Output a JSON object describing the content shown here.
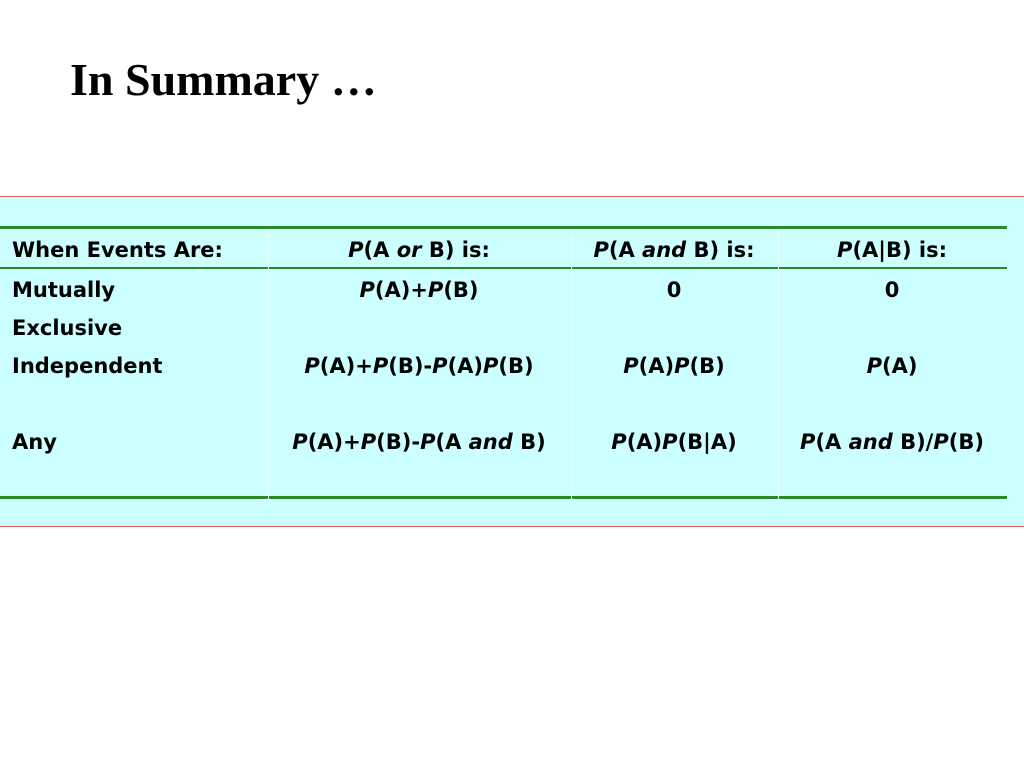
{
  "title": "In Summary …",
  "table": {
    "headers": [
      "When Events Are:",
      "P(A or B) is:",
      "P(A and B) is:",
      "P(A|B) is:"
    ],
    "rows": [
      {
        "label_line1": "Mutually",
        "label_line2": "Exclusive",
        "or": "P(A)+P(B)",
        "and": "0",
        "cond": "0"
      },
      {
        "label_line1": "Independent",
        "or": "P(A)+P(B)-P(A)P(B)",
        "and": "P(A)P(B)",
        "cond": "P(A)"
      },
      {
        "label_line1": "Any",
        "or": "P(A)+P(B)-P(A and B)",
        "and": "P(A)P(B|A)",
        "cond": "P(A and B)/P(B)"
      }
    ]
  },
  "colors": {
    "band": "#ccffff",
    "rule": "#2a8a2a",
    "band_border": "#e06060"
  }
}
